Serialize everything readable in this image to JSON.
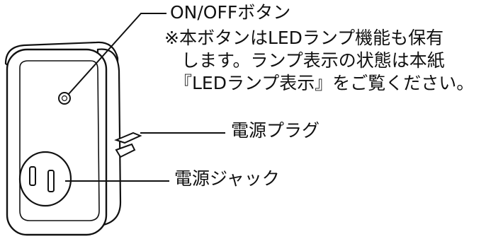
{
  "labels": {
    "power_button": "ON/OFFボタン",
    "note_line1": "※本ボタンはLEDランプ機能も保有",
    "note_line2": "します。ランプ表示の状態は本紙",
    "note_line3": "『LEDランプ表示』をご覧ください。",
    "plug": "電源プラグ",
    "jack": "電源ジャック"
  },
  "colors": {
    "ink": "#111111",
    "background": "#ffffff"
  }
}
